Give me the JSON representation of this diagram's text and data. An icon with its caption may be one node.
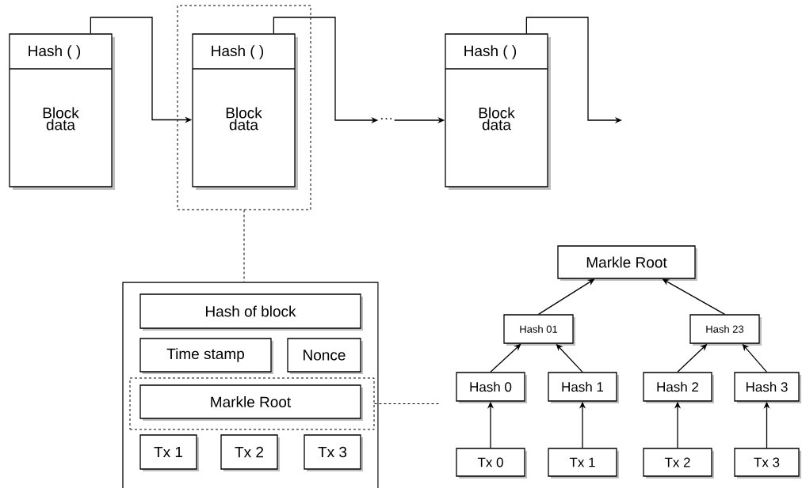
{
  "diagram": {
    "nodes": [
      {
        "text": [
          "Hash ( )",
          "Block data"
        ]
      },
      {
        "text": [],
        "shape": "box"
      },
      {
        "text": [
          "Hash ( )",
          "Block data"
        ],
        "in": 1
      },
      {
        "text": [
          "Hash ( )",
          "Block data"
        ]
      },
      {
        "text": [
          "···"
        ]
      },
      {
        "text": [],
        "shape": "box"
      },
      {
        "text": [
          "Hash of block"
        ],
        "in": 5
      },
      {
        "text": [
          "Time stamp"
        ],
        "in": 5
      },
      {
        "text": [
          "Nonce"
        ],
        "in": 5
      },
      {
        "text": [],
        "shape": "box",
        "in": 5
      },
      {
        "text": [
          "Markle Root"
        ],
        "in": 9
      },
      {
        "text": [
          "Tx 1"
        ],
        "in": 5
      },
      {
        "text": [
          "Tx 2"
        ],
        "in": 5
      },
      {
        "text": [
          "Tx 3"
        ],
        "in": 5
      },
      {
        "text": [
          "Markle Root"
        ]
      },
      {
        "text": [
          "Hash 01"
        ]
      },
      {
        "text": [
          "Hash 23"
        ]
      },
      {
        "text": [
          "Hash 0"
        ]
      },
      {
        "text": [
          "Hash 1"
        ]
      },
      {
        "text": [
          "Hash 2"
        ]
      },
      {
        "text": [
          "Hash 3"
        ]
      },
      {
        "text": [
          "Tx 0"
        ]
      },
      {
        "text": [
          "Tx 1"
        ]
      },
      {
        "text": [
          "Tx 2"
        ]
      },
      {
        "text": [
          "Tx 3"
        ]
      }
    ],
    "edges": [
      {
        "from": 0,
        "to": 2,
        "arrow": "to"
      },
      {
        "from": 2,
        "to": 4,
        "arrow": "to"
      },
      {
        "from": 4,
        "to": 3,
        "arrow": "to"
      },
      {
        "from": 3,
        "to": null,
        "arrow": "to"
      },
      {
        "from": 1,
        "to": 5,
        "arrow": "none",
        "style": "dashed"
      },
      {
        "from": 9,
        "to": null,
        "arrow": "none",
        "style": "dashed"
      },
      {
        "from": 15,
        "to": 14,
        "arrow": "to"
      },
      {
        "from": 16,
        "to": 14,
        "arrow": "to"
      },
      {
        "from": 17,
        "to": 15,
        "arrow": "to"
      },
      {
        "from": 18,
        "to": 15,
        "arrow": "to"
      },
      {
        "from": 19,
        "to": 16,
        "arrow": "to"
      },
      {
        "from": 20,
        "to": 16,
        "arrow": "to"
      },
      {
        "from": 21,
        "to": 17,
        "arrow": "to"
      },
      {
        "from": 22,
        "to": 18,
        "arrow": "to"
      },
      {
        "from": 23,
        "to": 19,
        "arrow": "to"
      },
      {
        "from": 24,
        "to": 20,
        "arrow": "to"
      }
    ]
  }
}
